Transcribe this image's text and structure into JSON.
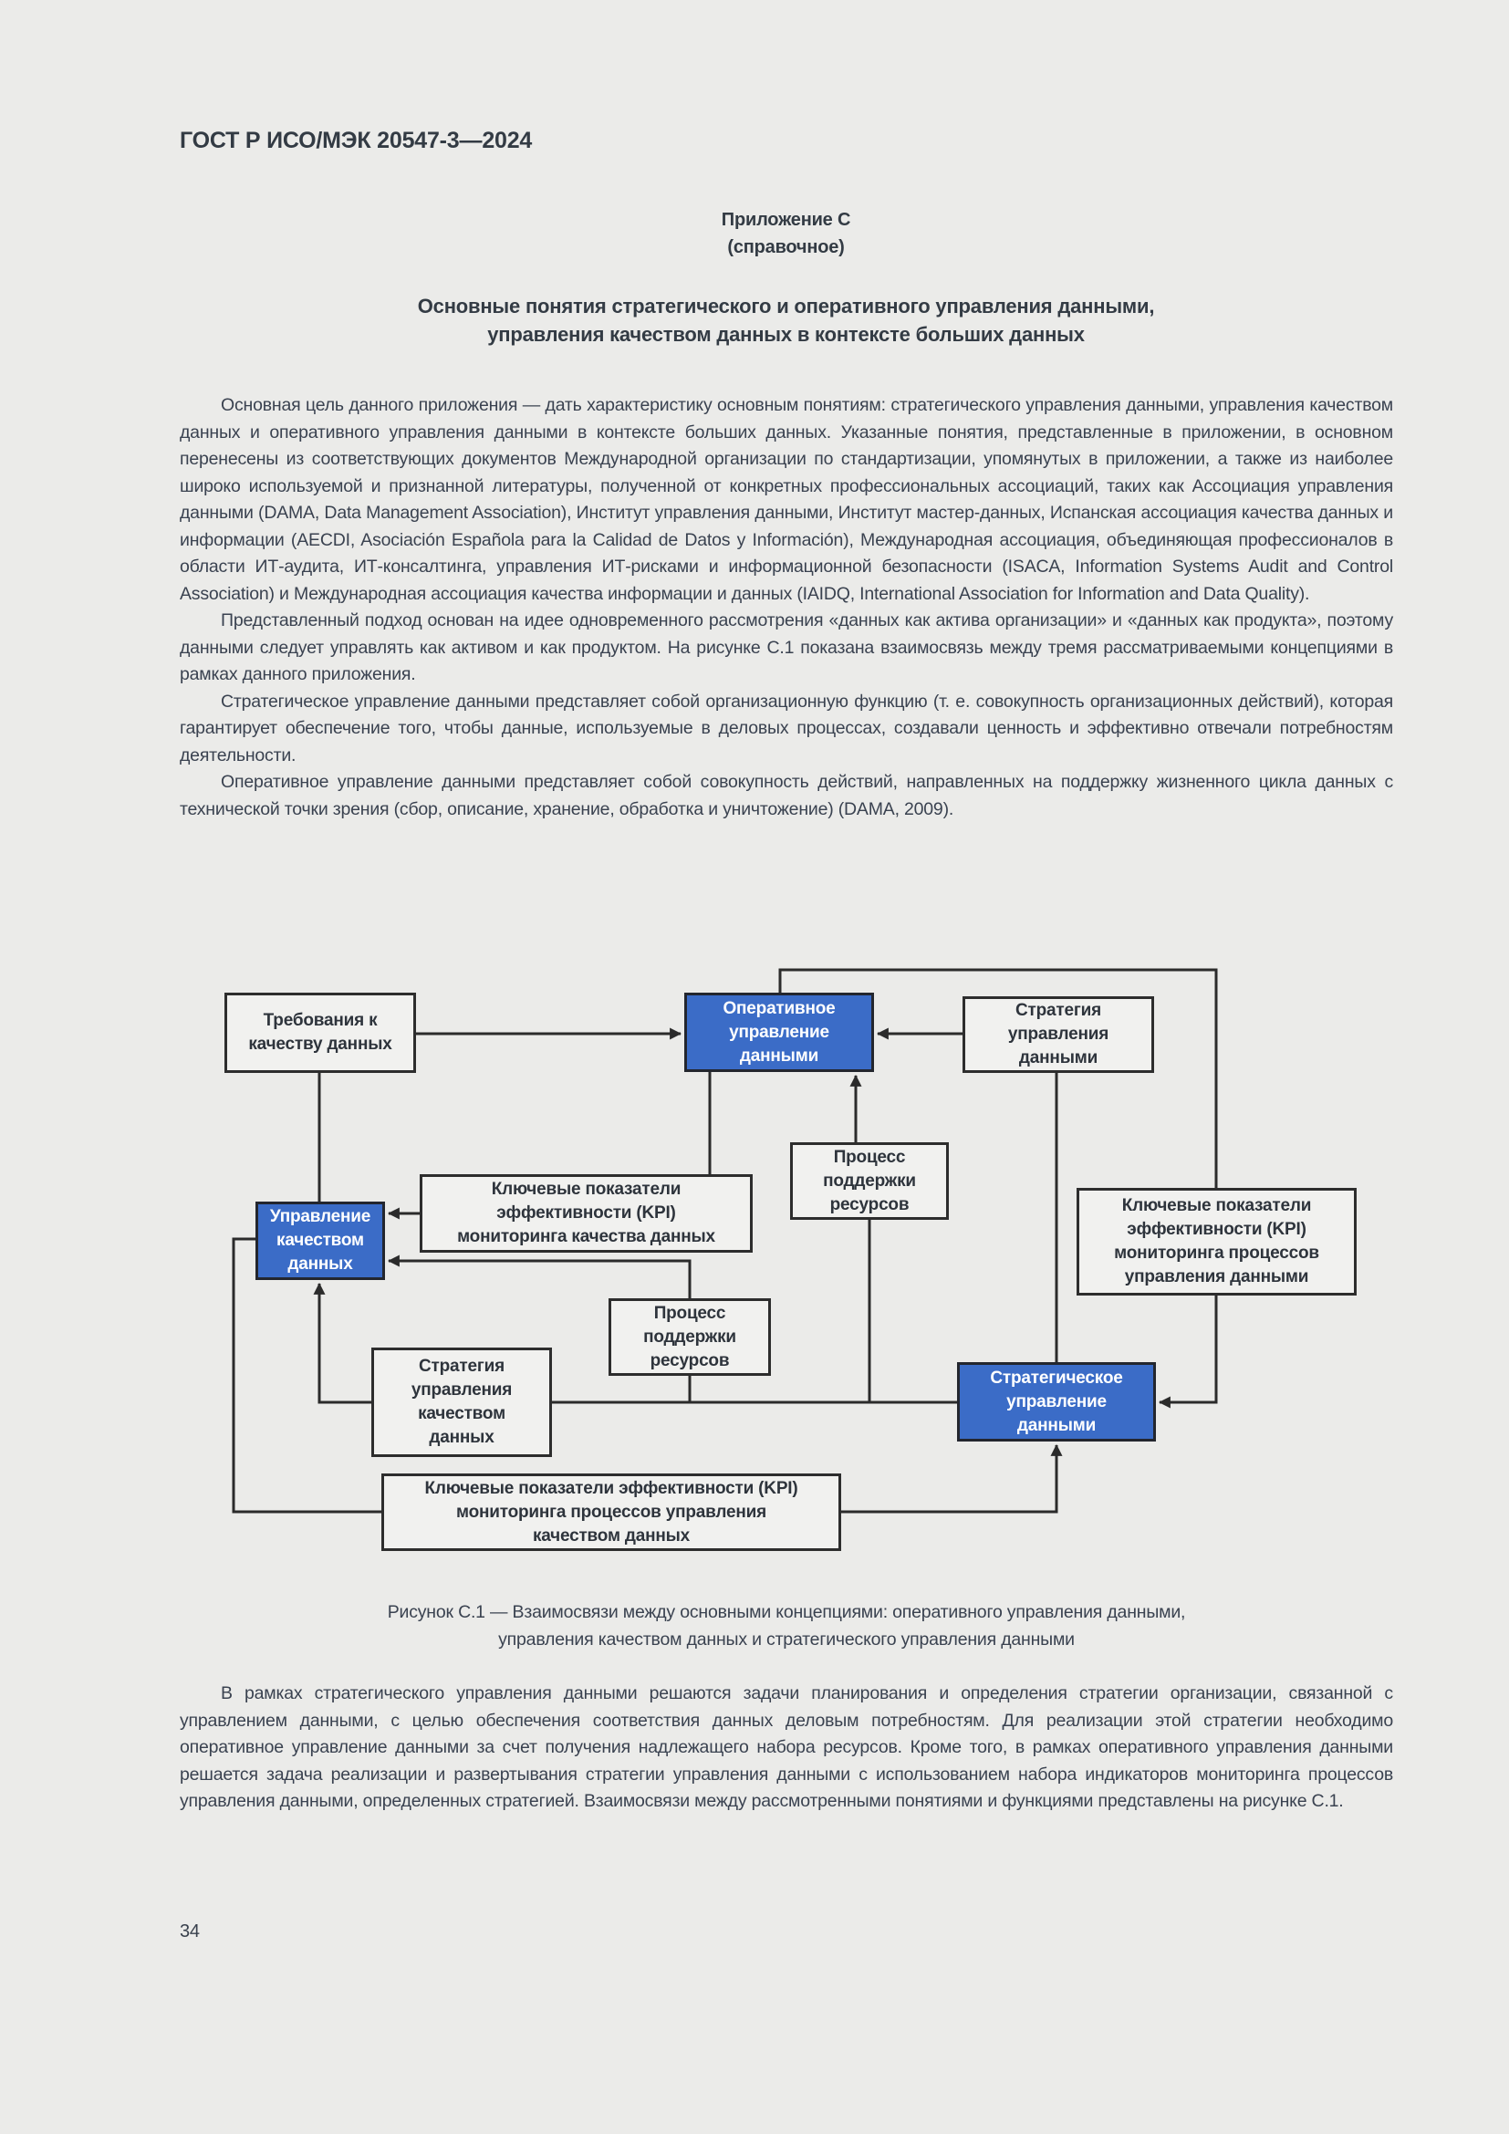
{
  "page": {
    "header": "ГОСТ Р ИСО/МЭК 20547-3—2024",
    "page_number": "34"
  },
  "annex": {
    "label": "Приложение С",
    "type": "(справочное)",
    "title_line1": "Основные понятия стратегического и оперативного управления данными,",
    "title_line2": "управления качеством данных в контексте больших данных"
  },
  "paragraphs": {
    "p1": "Основная цель данного приложения — дать характеристику основным понятиям: стратегического управления данными, управления качеством данных и оперативного управления данными в контексте больших данных. Указанные понятия, представленные в приложении, в основном перенесены из соответствующих документов Международной организации по стандартизации, упомянутых в приложении, а также из наиболее широко используемой и признанной литературы, полученной от конкретных профессиональных ассоциаций, таких как Ассоциация управления данными (DAMA, Data Management Association), Институт управления данными, Институт мастер-данных, Испанская ассоциация качества данных и информации (AECDI, Asociación Española para la Calidad de Datos y Información), Международная ассоциация, объединяющая профессионалов в области ИТ-аудита, ИТ-консалтинга, управления ИТ-рисками и информационной безопасности (ISACA, Information Systems Audit and Control Association) и Международная ассоциация качества информации и данных (IAIDQ, International Association for Information and Data Quality).",
    "p2": "Представленный подход основан на идее одновременного рассмотрения «данных как актива организации» и «данных как продукта», поэтому данными следует управлять как активом и как продуктом. На рисунке С.1 показана взаимосвязь между тремя рассматриваемыми концепциями в рамках данного приложения.",
    "p3": "Стратегическое управление данными представляет собой организационную функцию (т. е. совокупность организационных действий), которая гарантирует обеспечение того, чтобы данные, используемые в деловых процессах, создавали ценность и эффективно отвечали потребностям деятельности.",
    "p4": "Оперативное управление данными представляет собой совокупность действий, направленных на поддержку жизненного цикла данных с технической точки зрения (сбор, описание, хранение, обработка и уничтожение) (DAMA, 2009).",
    "p5": "В рамках стратегического управления данными решаются задачи планирования и определения стратегии организации, связанной с управлением данными, с целью обеспечения соответствия данных деловым потребностям. Для реализации этой стратегии необходимо оперативное управление данными за счет получения надлежащего набора ресурсов. Кроме того, в рамках оперативного управления данными решается задача реализации и развертывания стратегии управления данными с использованием набора индикаторов мониторинга процессов управления данными, определенных стратегией. Взаимосвязи между рассмотренными понятиями и функциями представлены на рисунке С.1."
  },
  "figure": {
    "caption_line1": "Рисунок С.1 — Взаимосвязи между основными концепциями: оперативного управления данными,",
    "caption_line2": "управления качеством данных и стратегического управления данными",
    "boxes": {
      "req": {
        "label": "Требования к\nкачеству данных",
        "style": "plain"
      },
      "oper": {
        "label": "Оперативное\nуправление\nданными",
        "style": "blue"
      },
      "strat_data": {
        "label": "Стратегия\nуправления\nданными",
        "style": "plain"
      },
      "proc_upper": {
        "label": "Процесс\nподдержки\nресурсов",
        "style": "plain"
      },
      "kpi_quality": {
        "label": "Ключевые показатели\nэффективности (KPI)\nмониторинга качества данных",
        "style": "plain"
      },
      "qual_mgmt": {
        "label": "Управление\nкачеством\nданных",
        "style": "blue"
      },
      "kpi_datamgmt": {
        "label": "Ключевые показатели\nэффективности (KPI)\nмониторинга процессов\nуправления данными",
        "style": "plain"
      },
      "proc_lower": {
        "label": "Процесс\nподдержки\nресурсов",
        "style": "plain"
      },
      "strat_quality": {
        "label": "Стратегия\nуправления\nкачеством\nданных",
        "style": "plain"
      },
      "strat_gov": {
        "label": "Стратегическое\nуправление\nданными",
        "style": "blue"
      },
      "kpi_qualproc": {
        "label": "Ключевые показатели эффективности (KPI)\nмониторинга процессов управления\nкачеством данных",
        "style": "plain"
      }
    }
  },
  "colors": {
    "page_background": "#ebebe9",
    "body_text": "#3a4250",
    "heading_text": "#333b44",
    "diagram_line": "#2b2b2b",
    "box_border": "#2d2d2d",
    "box_fill": "#f1f1ef",
    "accent_blue": "#3b6cc7",
    "blue_box_text": "#ffffff"
  }
}
